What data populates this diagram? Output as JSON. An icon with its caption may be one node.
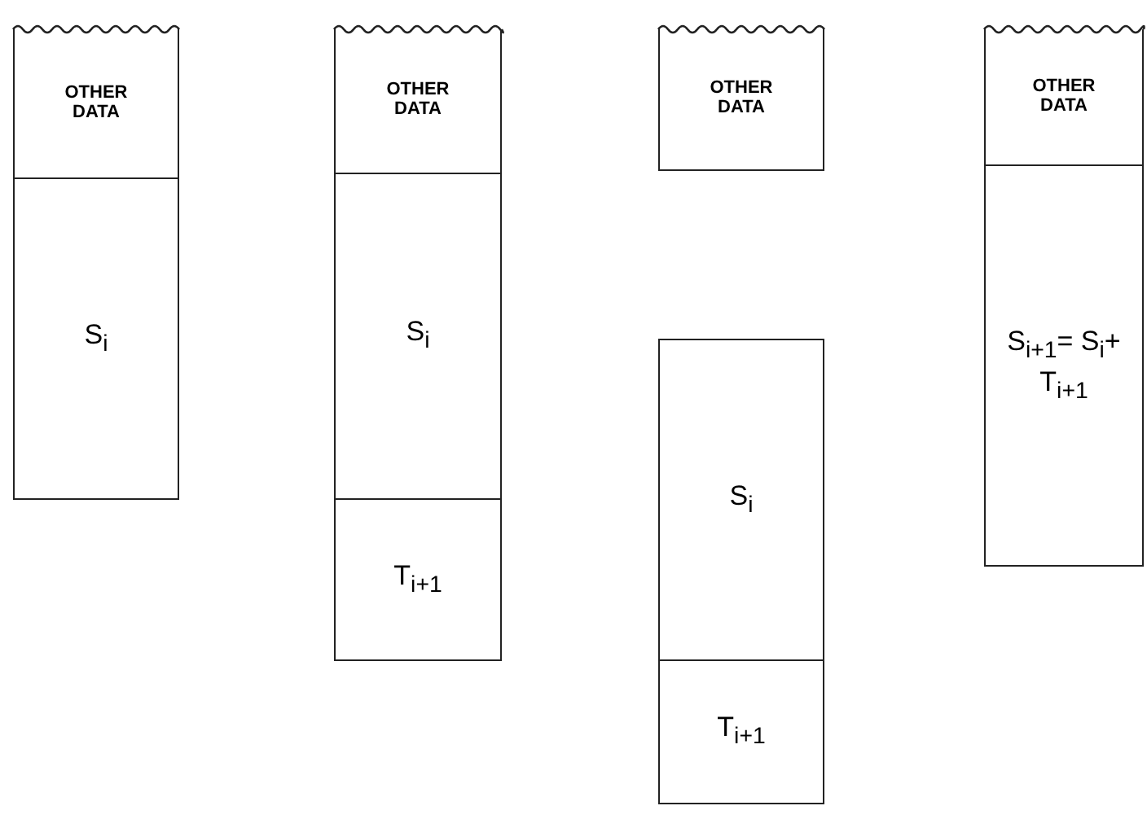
{
  "diagram": {
    "nodes": [
      {
        "text": [
          "OTHER DATA"
        ]
      },
      {
        "text": [
          "S$_{i}$"
        ]
      },
      {
        "text": [
          "OTHER DATA"
        ]
      },
      {
        "text": [
          "S$_{i}$"
        ]
      },
      {
        "text": [
          "T$_{i+1}$"
        ]
      },
      {
        "text": [
          "OTHER DATA"
        ]
      },
      {
        "text": [
          "S$_{i}$"
        ]
      },
      {
        "text": [
          "T$_{i+1}$"
        ]
      },
      {
        "text": [
          "OTHER DATA"
        ]
      },
      {
        "text": [
          "S$_{i+1}$= S$_{i}$+ T$_{i+1}$"
        ]
      }
    ]
  }
}
